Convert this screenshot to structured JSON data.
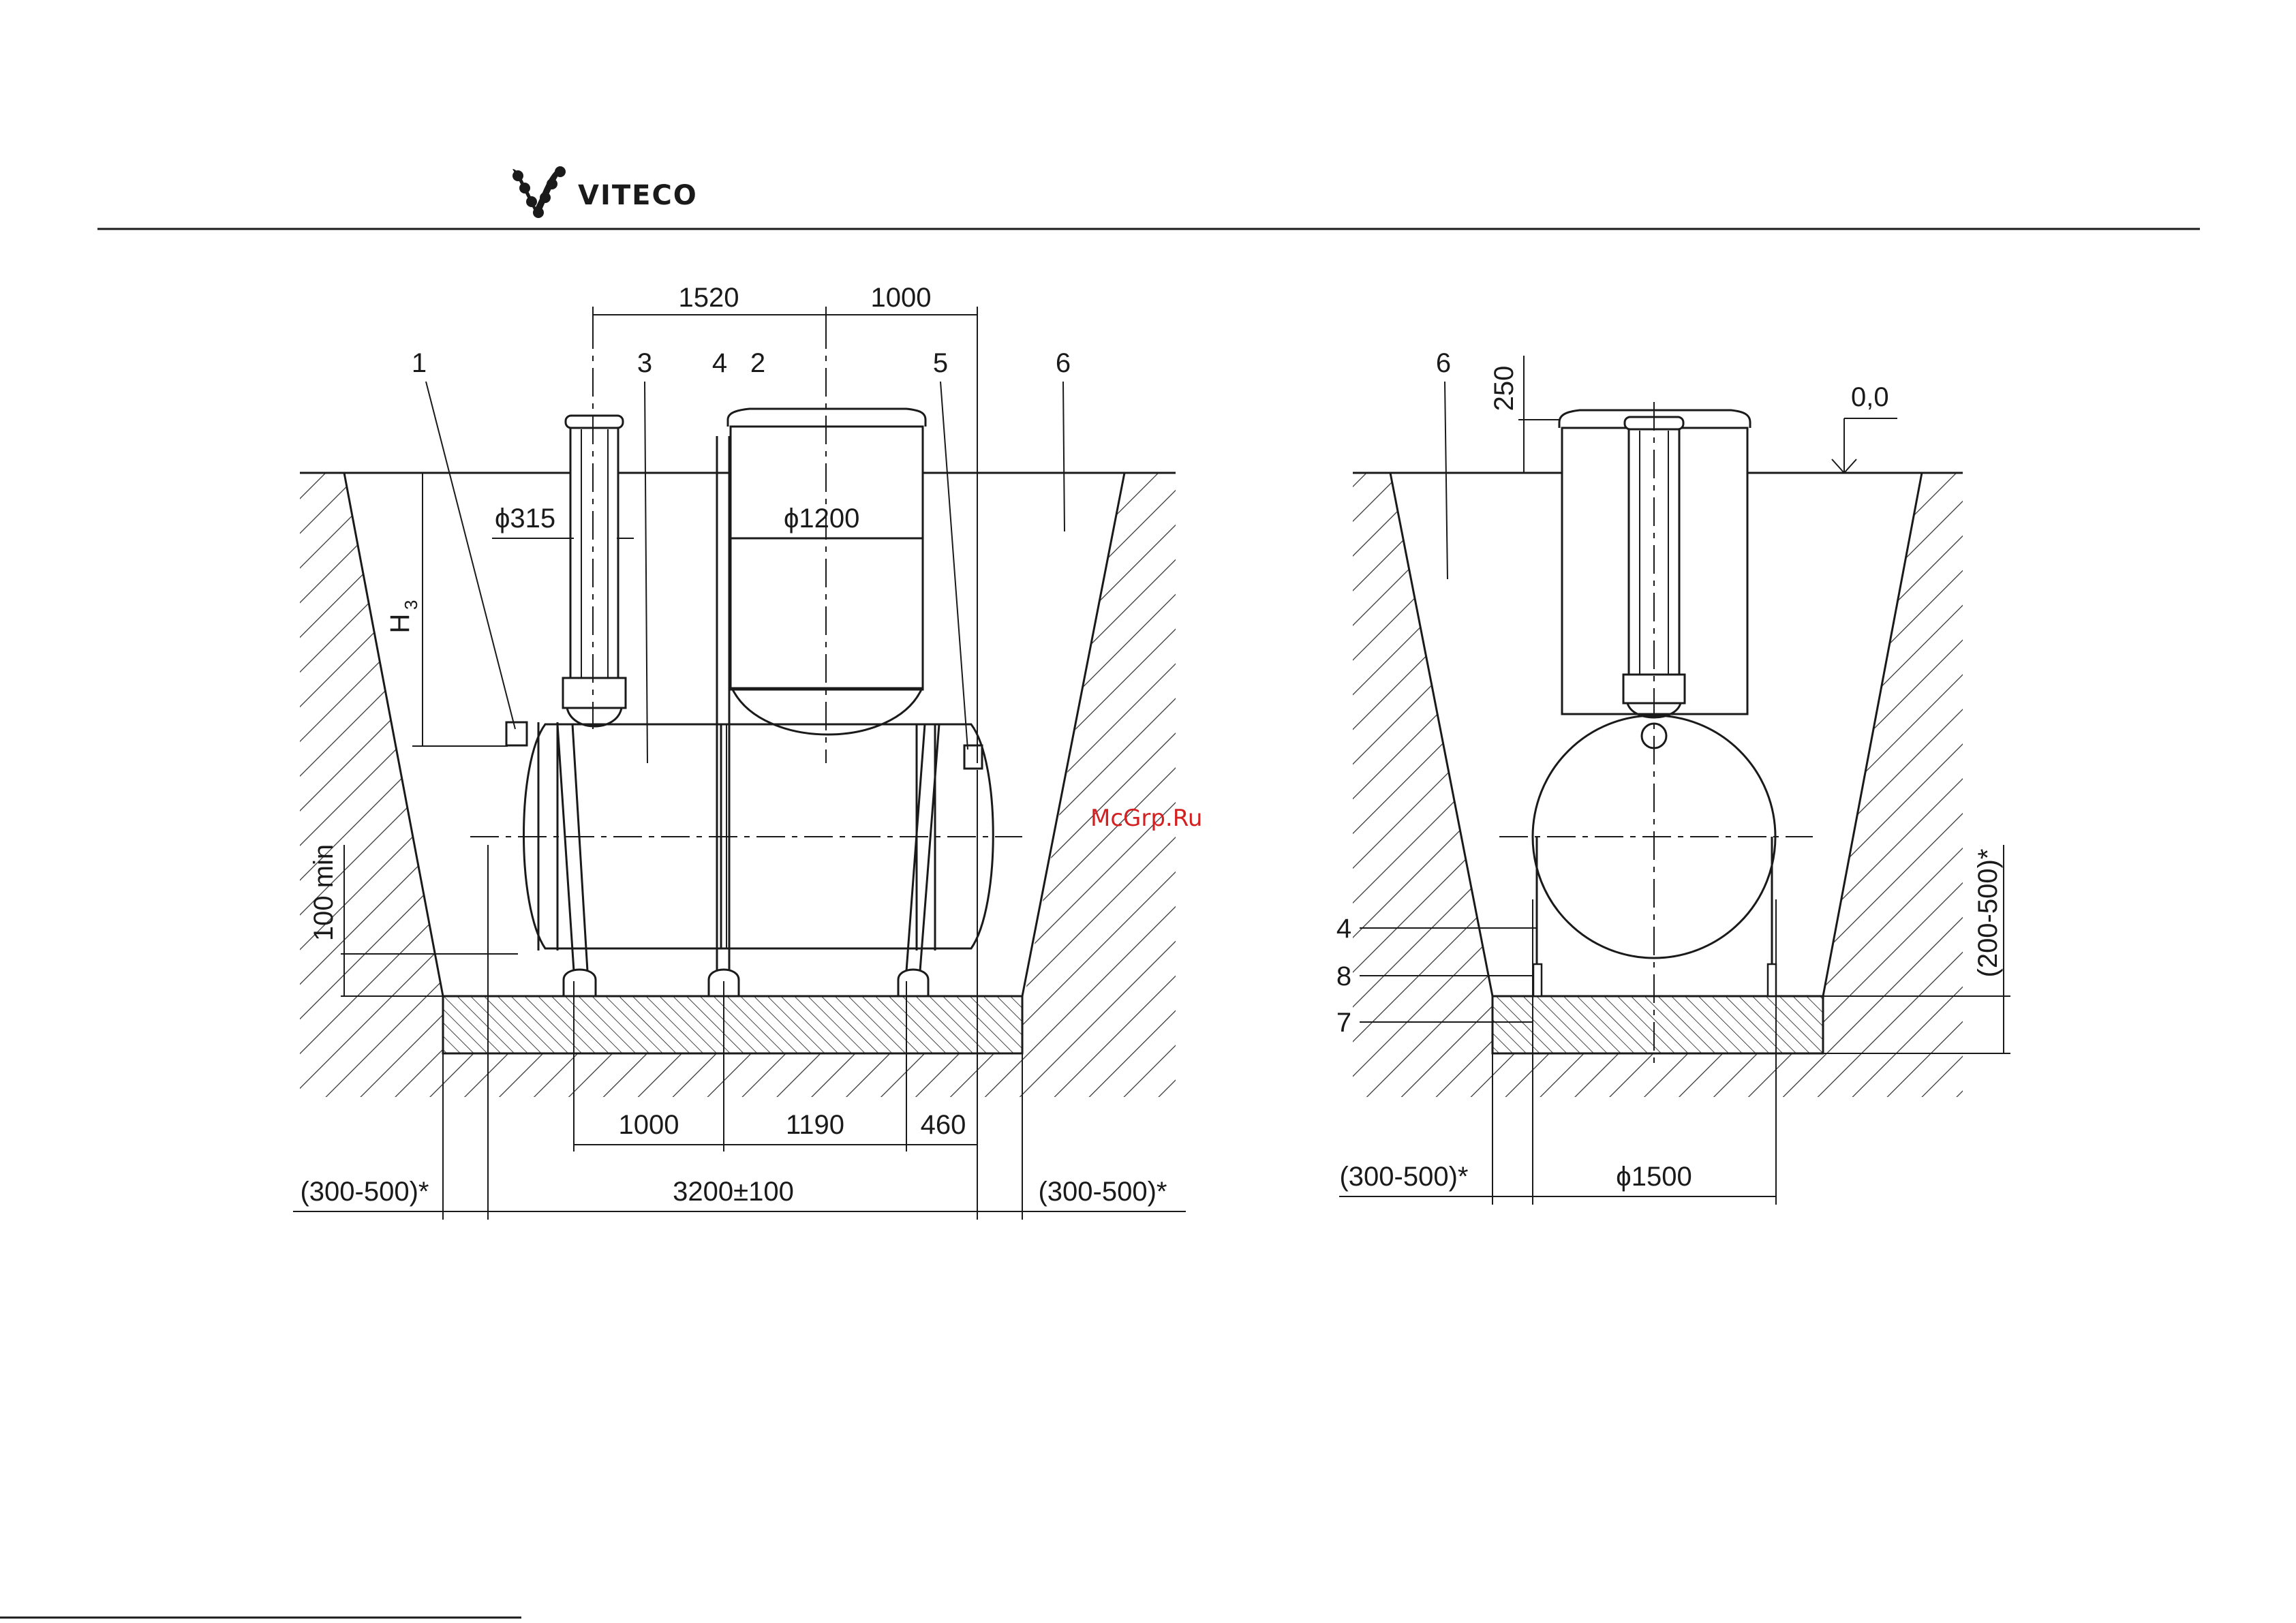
{
  "header": {
    "brand": "VITECO"
  },
  "watermark": "McGrp.Ru",
  "side_view": {
    "dims": {
      "top_1520": "1520",
      "top_1000": "1000",
      "pipe_dia": "ϕ315",
      "shaft_dia": "ϕ1200",
      "depth_label": "H",
      "depth_sub": "3",
      "bottom_1000": "1000",
      "bottom_1190": "1190",
      "bottom_460": "460",
      "total_length": "3200±100",
      "left_gap": "(300-500)*",
      "right_gap": "(300-500)*",
      "min_100": "100 min"
    },
    "callouts": [
      "1",
      "3",
      "4",
      "2",
      "5",
      "6"
    ]
  },
  "end_view": {
    "dims": {
      "riser_250": "250",
      "level_zero": "0,0",
      "base_gap": "(200-500)*",
      "left_gap": "(300-500)*",
      "diameter": "ϕ1500"
    },
    "callouts": [
      "6",
      "4",
      "8",
      "7"
    ]
  }
}
